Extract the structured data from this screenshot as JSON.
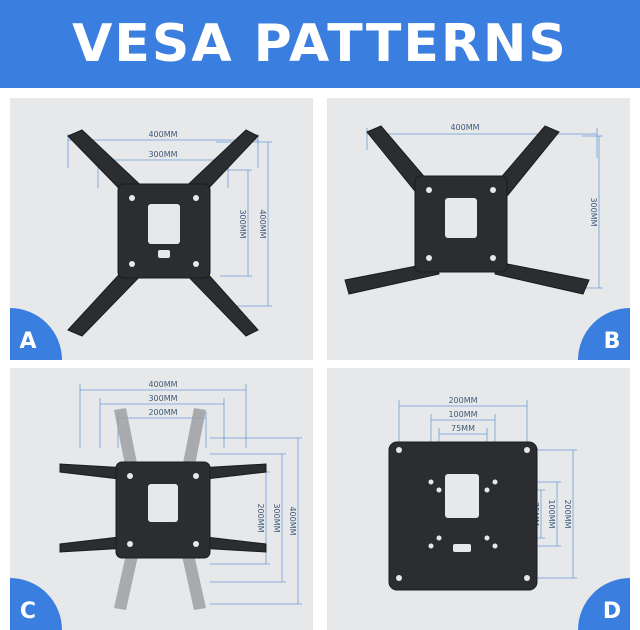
{
  "title": "VESA PATTERNS",
  "colors": {
    "accent": "#3a7fe0",
    "panel_bg": "#e7e8ea",
    "mount": "#2b2d30",
    "dimension_line": "#6d9bd6"
  },
  "panels": {
    "a": {
      "label": "A",
      "dims": {
        "h_outer": "400MM",
        "h_inner": "300MM",
        "v_outer": "400MM",
        "v_inner": "300MM"
      }
    },
    "b": {
      "label": "B",
      "dims": {
        "h_outer": "400MM",
        "v_outer": "300MM"
      }
    },
    "c": {
      "label": "C",
      "dims": {
        "h1": "400MM",
        "h2": "300MM",
        "h3": "200MM",
        "v1": "400MM",
        "v2": "300MM",
        "v3": "200MM"
      }
    },
    "d": {
      "label": "D",
      "dims": {
        "h1": "200MM",
        "h2": "100MM",
        "h3": "75MM",
        "v1": "200MM",
        "v2": "100MM",
        "v3": "75MM"
      }
    }
  }
}
